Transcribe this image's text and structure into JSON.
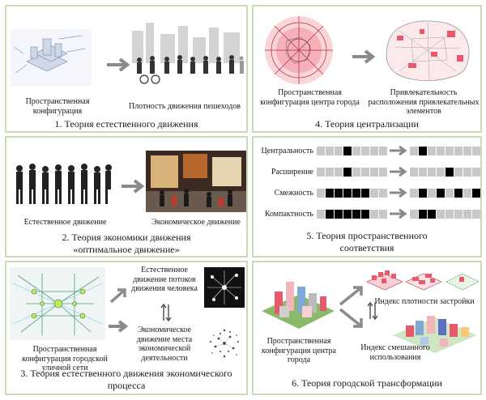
{
  "panels": [
    {
      "caption": "1. Теория естественного движения",
      "labels": [
        "Пространственная конфигурация",
        "Плотность движения пешеходов"
      ]
    },
    {
      "caption": "4. Теория централизации",
      "labels": [
        "Пространственная конфигурация центра города",
        "Привлекательность расположения привлекательных элементов"
      ]
    },
    {
      "caption": "2. Теория экономики движения «оптимальное движение»",
      "labels": [
        "Естественное движение",
        "Экономическое движение"
      ]
    },
    {
      "caption": "5. Теория пространственного соответствия",
      "rows": [
        "Центральность",
        "Расширение",
        "Смежность",
        "Компактность"
      ]
    },
    {
      "caption": "3. Теория естественного движения экономического процесса",
      "labels": [
        "Пространственная конфигурация городской уличной сети",
        "Естественное движение потоков движения человека",
        "Экономическое движение места экономической деятельности"
      ]
    },
    {
      "caption": "6. Теория городской трансформации",
      "labels": [
        "Пространственная конфигурация центра города",
        "Индекс плотности застройки",
        "Индекс смешанного использования"
      ]
    }
  ],
  "colors": {
    "border": "#c9dcb4",
    "arrow": "#8a8a8a",
    "accent": "#e8596b",
    "green": "#2e8b57"
  }
}
